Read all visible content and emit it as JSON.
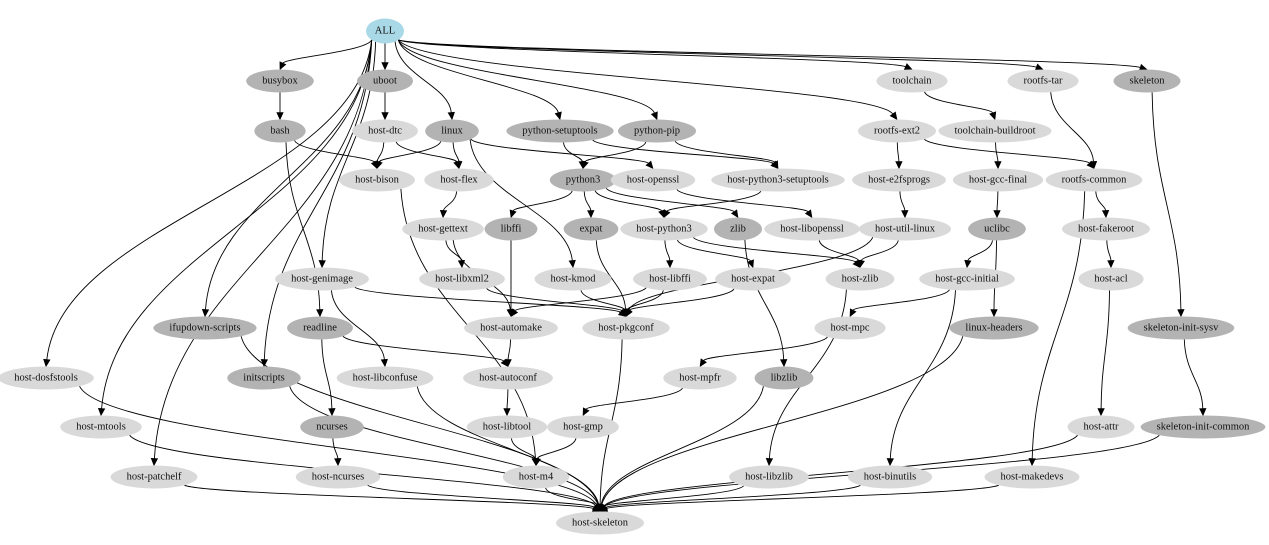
{
  "colors": {
    "root": "#a9d8e6",
    "target": "#b3b3b3",
    "host": "#d9d9d9",
    "edge": "#000000"
  },
  "nodes": [
    {
      "id": "ALL",
      "label": "ALL",
      "kind": "root"
    },
    {
      "id": "busybox",
      "label": "busybox",
      "kind": "target"
    },
    {
      "id": "uboot",
      "label": "uboot",
      "kind": "target"
    },
    {
      "id": "toolchain",
      "label": "toolchain",
      "kind": "host"
    },
    {
      "id": "rootfs-tar",
      "label": "rootfs-tar",
      "kind": "host"
    },
    {
      "id": "skeleton",
      "label": "skeleton",
      "kind": "target"
    },
    {
      "id": "bash",
      "label": "bash",
      "kind": "target"
    },
    {
      "id": "host-dtc",
      "label": "host-dtc",
      "kind": "host"
    },
    {
      "id": "linux",
      "label": "linux",
      "kind": "target"
    },
    {
      "id": "python-setuptools",
      "label": "python-setuptools",
      "kind": "target"
    },
    {
      "id": "python-pip",
      "label": "python-pip",
      "kind": "target"
    },
    {
      "id": "rootfs-ext2",
      "label": "rootfs-ext2",
      "kind": "host"
    },
    {
      "id": "toolchain-buildroot",
      "label": "toolchain-buildroot",
      "kind": "host"
    },
    {
      "id": "host-bison",
      "label": "host-bison",
      "kind": "host"
    },
    {
      "id": "host-flex",
      "label": "host-flex",
      "kind": "host"
    },
    {
      "id": "python3",
      "label": "python3",
      "kind": "target"
    },
    {
      "id": "host-openssl",
      "label": "host-openssl",
      "kind": "host"
    },
    {
      "id": "host-python3-setuptools",
      "label": "host-python3-setuptools",
      "kind": "host"
    },
    {
      "id": "host-e2fsprogs",
      "label": "host-e2fsprogs",
      "kind": "host"
    },
    {
      "id": "host-gcc-final",
      "label": "host-gcc-final",
      "kind": "host"
    },
    {
      "id": "rootfs-common",
      "label": "rootfs-common",
      "kind": "host"
    },
    {
      "id": "host-gettext",
      "label": "host-gettext",
      "kind": "host"
    },
    {
      "id": "libffi",
      "label": "libffi",
      "kind": "target"
    },
    {
      "id": "expat",
      "label": "expat",
      "kind": "target"
    },
    {
      "id": "host-python3",
      "label": "host-python3",
      "kind": "host"
    },
    {
      "id": "zlib",
      "label": "zlib",
      "kind": "target"
    },
    {
      "id": "host-libopenssl",
      "label": "host-libopenssl",
      "kind": "host"
    },
    {
      "id": "host-util-linux",
      "label": "host-util-linux",
      "kind": "host"
    },
    {
      "id": "uclibc",
      "label": "uclibc",
      "kind": "target"
    },
    {
      "id": "host-fakeroot",
      "label": "host-fakeroot",
      "kind": "host"
    },
    {
      "id": "host-genimage",
      "label": "host-genimage",
      "kind": "host"
    },
    {
      "id": "host-libxml2",
      "label": "host-libxml2",
      "kind": "host"
    },
    {
      "id": "host-kmod",
      "label": "host-kmod",
      "kind": "host"
    },
    {
      "id": "host-libffi",
      "label": "host-libffi",
      "kind": "host"
    },
    {
      "id": "host-expat",
      "label": "host-expat",
      "kind": "host"
    },
    {
      "id": "host-zlib",
      "label": "host-zlib",
      "kind": "host"
    },
    {
      "id": "host-gcc-initial",
      "label": "host-gcc-initial",
      "kind": "host"
    },
    {
      "id": "host-acl",
      "label": "host-acl",
      "kind": "host"
    },
    {
      "id": "ifupdown-scripts",
      "label": "ifupdown-scripts",
      "kind": "target"
    },
    {
      "id": "readline",
      "label": "readline",
      "kind": "target"
    },
    {
      "id": "host-automake",
      "label": "host-automake",
      "kind": "host"
    },
    {
      "id": "host-pkgconf",
      "label": "host-pkgconf",
      "kind": "host"
    },
    {
      "id": "host-mpc",
      "label": "host-mpc",
      "kind": "host"
    },
    {
      "id": "linux-headers",
      "label": "linux-headers",
      "kind": "target"
    },
    {
      "id": "skeleton-init-sysv",
      "label": "skeleton-init-sysv",
      "kind": "target"
    },
    {
      "id": "host-dosfstools",
      "label": "host-dosfstools",
      "kind": "host"
    },
    {
      "id": "initscripts",
      "label": "initscripts",
      "kind": "target"
    },
    {
      "id": "host-libconfuse",
      "label": "host-libconfuse",
      "kind": "host"
    },
    {
      "id": "host-autoconf",
      "label": "host-autoconf",
      "kind": "host"
    },
    {
      "id": "host-mpfr",
      "label": "host-mpfr",
      "kind": "host"
    },
    {
      "id": "libzlib",
      "label": "libzlib",
      "kind": "target"
    },
    {
      "id": "host-mtools",
      "label": "host-mtools",
      "kind": "host"
    },
    {
      "id": "ncurses",
      "label": "ncurses",
      "kind": "target"
    },
    {
      "id": "host-libtool",
      "label": "host-libtool",
      "kind": "host"
    },
    {
      "id": "host-gmp",
      "label": "host-gmp",
      "kind": "host"
    },
    {
      "id": "host-attr",
      "label": "host-attr",
      "kind": "host"
    },
    {
      "id": "skeleton-init-common",
      "label": "skeleton-init-common",
      "kind": "target"
    },
    {
      "id": "host-patchelf",
      "label": "host-patchelf",
      "kind": "host"
    },
    {
      "id": "host-ncurses",
      "label": "host-ncurses",
      "kind": "host"
    },
    {
      "id": "host-m4",
      "label": "host-m4",
      "kind": "host"
    },
    {
      "id": "host-libzlib",
      "label": "host-libzlib",
      "kind": "host"
    },
    {
      "id": "host-binutils",
      "label": "host-binutils",
      "kind": "host"
    },
    {
      "id": "host-makedevs",
      "label": "host-makedevs",
      "kind": "host"
    },
    {
      "id": "host-skeleton",
      "label": "host-skeleton",
      "kind": "host"
    }
  ],
  "edges": [
    [
      "ALL",
      "busybox"
    ],
    [
      "ALL",
      "uboot"
    ],
    [
      "ALL",
      "linux"
    ],
    [
      "ALL",
      "python-setuptools"
    ],
    [
      "ALL",
      "python-pip"
    ],
    [
      "ALL",
      "toolchain"
    ],
    [
      "ALL",
      "rootfs-tar"
    ],
    [
      "ALL",
      "skeleton"
    ],
    [
      "ALL",
      "rootfs-ext2"
    ],
    [
      "ALL",
      "host-genimage"
    ],
    [
      "ALL",
      "ifupdown-scripts"
    ],
    [
      "ALL",
      "initscripts"
    ],
    [
      "ALL",
      "host-dosfstools"
    ],
    [
      "ALL",
      "host-mtools"
    ],
    [
      "ALL",
      "host-patchelf"
    ],
    [
      "busybox",
      "bash"
    ],
    [
      "uboot",
      "host-dtc"
    ],
    [
      "toolchain",
      "toolchain-buildroot"
    ],
    [
      "rootfs-tar",
      "rootfs-common"
    ],
    [
      "skeleton",
      "skeleton-init-sysv"
    ],
    [
      "bash",
      "host-bison"
    ],
    [
      "bash",
      "readline"
    ],
    [
      "host-dtc",
      "host-bison"
    ],
    [
      "host-dtc",
      "host-flex"
    ],
    [
      "linux",
      "host-bison"
    ],
    [
      "linux",
      "host-flex"
    ],
    [
      "linux",
      "host-openssl"
    ],
    [
      "linux",
      "host-kmod"
    ],
    [
      "python-setuptools",
      "python3"
    ],
    [
      "python-setuptools",
      "host-python3-setuptools"
    ],
    [
      "python-pip",
      "python3"
    ],
    [
      "python-pip",
      "host-python3-setuptools"
    ],
    [
      "rootfs-ext2",
      "host-e2fsprogs"
    ],
    [
      "rootfs-ext2",
      "rootfs-common"
    ],
    [
      "toolchain-buildroot",
      "host-gcc-final"
    ],
    [
      "host-bison",
      "host-m4"
    ],
    [
      "host-flex",
      "host-gettext"
    ],
    [
      "python3",
      "libffi"
    ],
    [
      "python3",
      "expat"
    ],
    [
      "python3",
      "host-python3"
    ],
    [
      "python3",
      "zlib"
    ],
    [
      "host-openssl",
      "host-libopenssl"
    ],
    [
      "host-python3-setuptools",
      "host-python3"
    ],
    [
      "host-e2fsprogs",
      "host-util-linux"
    ],
    [
      "host-gcc-final",
      "uclibc"
    ],
    [
      "rootfs-common",
      "host-fakeroot"
    ],
    [
      "rootfs-common",
      "host-makedevs"
    ],
    [
      "host-gettext",
      "host-libxml2"
    ],
    [
      "host-gettext",
      "host-automake"
    ],
    [
      "libffi",
      "host-automake"
    ],
    [
      "expat",
      "host-pkgconf"
    ],
    [
      "host-python3",
      "host-libffi"
    ],
    [
      "host-python3",
      "host-expat"
    ],
    [
      "host-python3",
      "host-zlib"
    ],
    [
      "zlib",
      "libzlib"
    ],
    [
      "host-libopenssl",
      "host-zlib"
    ],
    [
      "host-util-linux",
      "host-zlib"
    ],
    [
      "host-util-linux",
      "host-pkgconf"
    ],
    [
      "uclibc",
      "host-gcc-initial"
    ],
    [
      "uclibc",
      "linux-headers"
    ],
    [
      "host-fakeroot",
      "host-acl"
    ],
    [
      "host-genimage",
      "host-libconfuse"
    ],
    [
      "host-genimage",
      "host-pkgconf"
    ],
    [
      "host-libxml2",
      "host-pkgconf"
    ],
    [
      "host-kmod",
      "host-pkgconf"
    ],
    [
      "host-libffi",
      "host-pkgconf"
    ],
    [
      "host-libffi",
      "host-automake"
    ],
    [
      "host-expat",
      "host-pkgconf"
    ],
    [
      "host-zlib",
      "host-libzlib"
    ],
    [
      "host-gcc-initial",
      "host-mpc"
    ],
    [
      "host-gcc-initial",
      "host-binutils"
    ],
    [
      "host-acl",
      "host-attr"
    ],
    [
      "ifupdown-scripts",
      "host-skeleton"
    ],
    [
      "readline",
      "ncurses"
    ],
    [
      "readline",
      "host-autoconf"
    ],
    [
      "host-automake",
      "host-autoconf"
    ],
    [
      "host-pkgconf",
      "host-skeleton"
    ],
    [
      "host-mpc",
      "host-mpfr"
    ],
    [
      "linux-headers",
      "host-skeleton"
    ],
    [
      "skeleton-init-sysv",
      "skeleton-init-common"
    ],
    [
      "host-dosfstools",
      "host-skeleton"
    ],
    [
      "initscripts",
      "host-skeleton"
    ],
    [
      "host-libconfuse",
      "host-skeleton"
    ],
    [
      "host-autoconf",
      "host-libtool"
    ],
    [
      "host-mpfr",
      "host-gmp"
    ],
    [
      "libzlib",
      "host-skeleton"
    ],
    [
      "host-mtools",
      "host-skeleton"
    ],
    [
      "ncurses",
      "host-ncurses"
    ],
    [
      "host-libtool",
      "host-m4"
    ],
    [
      "host-gmp",
      "host-m4"
    ],
    [
      "host-attr",
      "host-skeleton"
    ],
    [
      "skeleton-init-common",
      "host-skeleton"
    ],
    [
      "host-patchelf",
      "host-skeleton"
    ],
    [
      "host-ncurses",
      "host-skeleton"
    ],
    [
      "host-m4",
      "host-skeleton"
    ],
    [
      "host-libzlib",
      "host-skeleton"
    ],
    [
      "host-binutils",
      "host-skeleton"
    ],
    [
      "host-makedevs",
      "host-skeleton"
    ]
  ]
}
